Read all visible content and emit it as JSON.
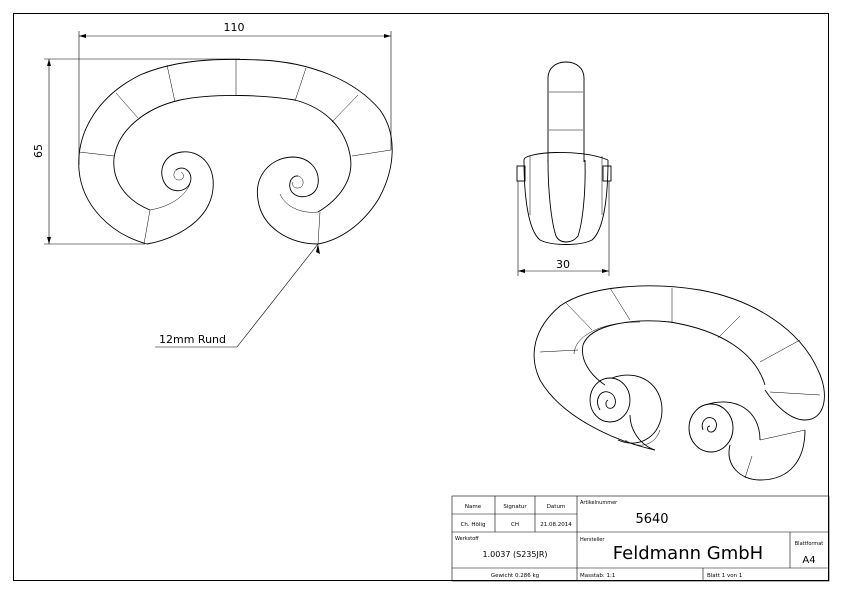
{
  "dimensions": {
    "width": "110",
    "height": "65",
    "depth": "30"
  },
  "annotation": {
    "material_callout": "12mm Rund"
  },
  "title_block": {
    "name_label": "Name",
    "signature_label": "Signatur",
    "date_label": "Datum",
    "name_value": "Ch. Hölig",
    "signature_value": "CH",
    "date_value": "21.08.2014",
    "article_label": "Artikelnummer",
    "article_value": "5640",
    "material_label": "Werkstoff",
    "material_value": "1.0037 (S235JR)",
    "manufacturer_label": "Hersteller",
    "manufacturer_value": "Feldmann GmbH",
    "format_label": "Blattformat",
    "format_value": "A4",
    "weight_text": "Gewicht 0.286 kg",
    "scale_text": "Masstab: 1:1",
    "sheet_text": "Blatt 1 von 1"
  }
}
